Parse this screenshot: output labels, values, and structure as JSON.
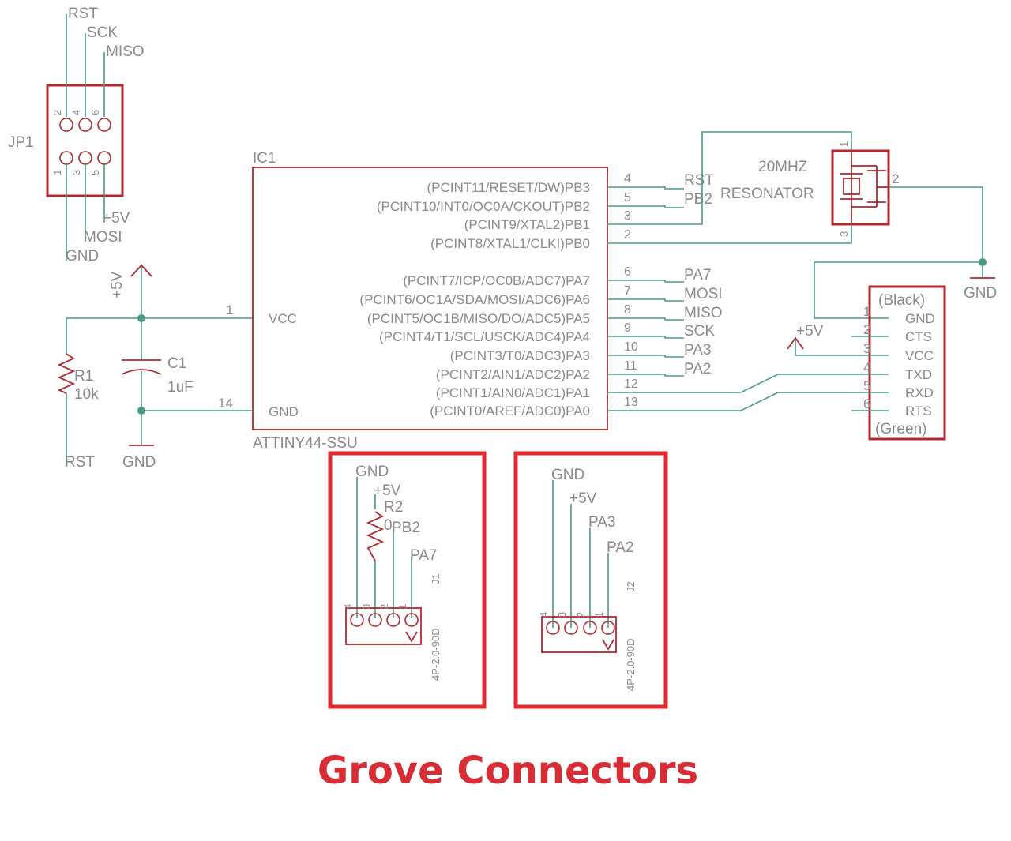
{
  "colors": {
    "wire": "#4a9a88",
    "part": "#b02a30",
    "text": "#8a8a8a",
    "highlight": "#e02a30",
    "title": "#d82d34"
  },
  "jp1": {
    "name": "JP1",
    "top_signals": [
      "RST",
      "SCK",
      "MISO"
    ],
    "bottom_signals": [
      "+5V",
      "MOSI",
      "GND"
    ],
    "top_pins": [
      "2",
      "4",
      "6"
    ],
    "bottom_pins": [
      "1",
      "3",
      "5"
    ]
  },
  "power": {
    "vcc_label": "+5V",
    "gnd_label": "GND",
    "rst_label": "RST"
  },
  "r1": {
    "name": "R1",
    "value": "10k"
  },
  "c1": {
    "name": "C1",
    "value": "1uF"
  },
  "ic1": {
    "name": "IC1",
    "part": "ATTINY44-SSU",
    "vcc": {
      "label": "VCC",
      "pin": "1"
    },
    "gnd": {
      "label": "GND",
      "pin": "14"
    },
    "pins": [
      {
        "label": "(PCINT11/RESET/DW)PB3",
        "pin": "4",
        "net": "RST"
      },
      {
        "label": "(PCINT10/INT0/OC0A/CKOUT)PB2",
        "pin": "5",
        "net": "PB2"
      },
      {
        "label": "(PCINT9/XTAL2)PB1",
        "pin": "3",
        "net": ""
      },
      {
        "label": "(PCINT8/XTAL1/CLKI)PB0",
        "pin": "2",
        "net": ""
      },
      {
        "label": "(PCINT7/ICP/OC0B/ADC7)PA7",
        "pin": "6",
        "net": "PA7"
      },
      {
        "label": "(PCINT6/OC1A/SDA/MOSI/ADC6)PA6",
        "pin": "7",
        "net": "MOSI"
      },
      {
        "label": "(PCINT5/OC1B/MISO/DO/ADC5)PA5",
        "pin": "8",
        "net": "MISO"
      },
      {
        "label": "(PCINT4/T1/SCL/USCK/ADC4)PA4",
        "pin": "9",
        "net": "SCK"
      },
      {
        "label": "(PCINT3/T0/ADC3)PA3",
        "pin": "10",
        "net": "PA3"
      },
      {
        "label": "(PCINT2/AIN1/ADC2)PA2",
        "pin": "11",
        "net": "PA2"
      },
      {
        "label": "(PCINT1/AIN0/ADC1)PA1",
        "pin": "12",
        "net": ""
      },
      {
        "label": "(PCINT0/AREF/ADC0)PA0",
        "pin": "13",
        "net": ""
      }
    ]
  },
  "resonator": {
    "freq": "20MHZ",
    "name": "RESONATOR",
    "pins": [
      "1",
      "2",
      "3"
    ]
  },
  "ftdi": {
    "top": "(Black)",
    "bottom": "(Green)",
    "pins": [
      {
        "num": "1",
        "label": "GND"
      },
      {
        "num": "2",
        "label": "CTS"
      },
      {
        "num": "3",
        "label": "VCC"
      },
      {
        "num": "4",
        "label": "TXD"
      },
      {
        "num": "5",
        "label": "RXD"
      },
      {
        "num": "6",
        "label": "RTS"
      }
    ]
  },
  "j1": {
    "name": "J1",
    "part": "4P-2.0-90D",
    "signals": [
      "GND",
      "+5V",
      "PB2",
      "PA7"
    ],
    "pins": [
      "4",
      "3",
      "2",
      "1"
    ],
    "r2": {
      "name": "R2",
      "value": "0"
    }
  },
  "j2": {
    "name": "J2",
    "part": "4P-2.0-90D",
    "signals": [
      "GND",
      "+5V",
      "PA3",
      "PA2"
    ],
    "pins": [
      "4",
      "3",
      "2",
      "1"
    ]
  },
  "caption": "Grove Connectors"
}
